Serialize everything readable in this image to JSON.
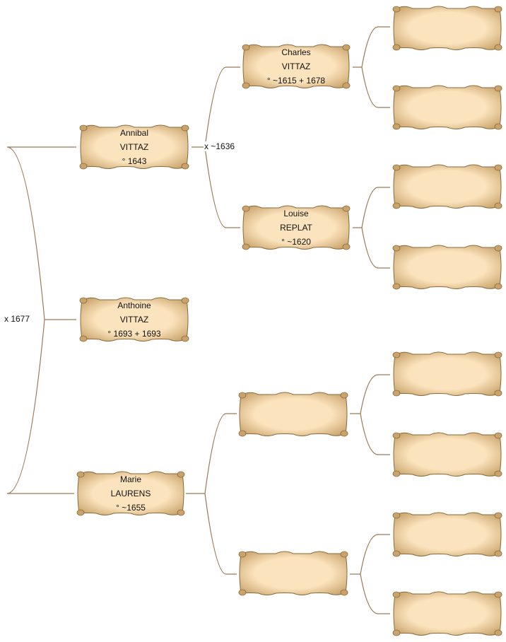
{
  "tree": {
    "root": {
      "first_name": "Anthoine",
      "surname": "VITTAZ",
      "dates": "° 1693 + 1693"
    },
    "father": {
      "first_name": "Annibal",
      "surname": "VITTAZ",
      "dates": "° 1643"
    },
    "mother": {
      "first_name": "Marie",
      "surname": "LAURENS",
      "dates": "° ~1655"
    },
    "paternal_grandfather": {
      "first_name": "Charles",
      "surname": "VITTAZ",
      "dates": "° ~1615 + 1678"
    },
    "paternal_grandmother": {
      "first_name": "Louise",
      "surname": "REPLAT",
      "dates": "° ~1620"
    },
    "maternal_grandfather": {
      "first_name": "",
      "surname": "",
      "dates": ""
    },
    "maternal_grandmother": {
      "first_name": "",
      "surname": "",
      "dates": ""
    },
    "great_grandparents": [
      {
        "first_name": "",
        "surname": "",
        "dates": ""
      },
      {
        "first_name": "",
        "surname": "",
        "dates": ""
      },
      {
        "first_name": "",
        "surname": "",
        "dates": ""
      },
      {
        "first_name": "",
        "surname": "",
        "dates": ""
      },
      {
        "first_name": "",
        "surname": "",
        "dates": ""
      },
      {
        "first_name": "",
        "surname": "",
        "dates": ""
      },
      {
        "first_name": "",
        "surname": "",
        "dates": ""
      },
      {
        "first_name": "",
        "surname": "",
        "dates": ""
      }
    ]
  },
  "marriages": {
    "parents": "x 1677",
    "paternal_grandparents": "x ~1636"
  },
  "colors": {
    "card_fill": "#fbe3bd",
    "card_edge": "#c9a36b",
    "card_outline": "#8a6a3b",
    "connector": "#9a7a55"
  }
}
